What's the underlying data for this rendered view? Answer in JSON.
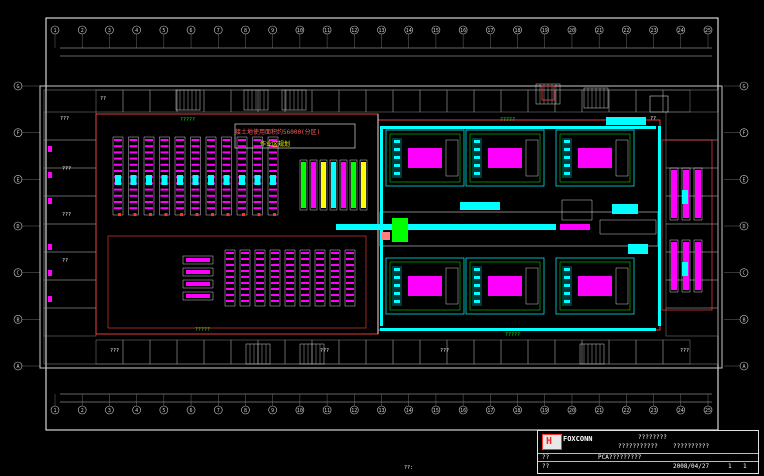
{
  "drawing": {
    "top_axis_labels": [
      "1",
      "2",
      "3",
      "4",
      "5",
      "6",
      "7",
      "8",
      "9",
      "10",
      "11",
      "12",
      "13",
      "14",
      "15",
      "16",
      "17",
      "18",
      "19",
      "20",
      "21",
      "22",
      "23",
      "24",
      "25"
    ],
    "side_axis_labels": [
      "G",
      "F",
      "E",
      "D",
      "C",
      "B",
      "A"
    ],
    "corridor_label": "?????",
    "banner_text": "接土地使用面积约56000(分区)",
    "banner_sub": "作业区规划",
    "room_labels": [
      "???",
      "???",
      "???",
      "??",
      "??",
      "???",
      "???",
      "???",
      "??",
      "???"
    ],
    "bottom_code": "??:"
  },
  "colors": {
    "frame": "#ffffff",
    "wall": "#c8c8c8",
    "zone_outline": "#ff4040",
    "cyan": "#00ffff",
    "magenta": "#ff00ff",
    "green": "#00ff00",
    "yellow": "#ffff00"
  },
  "title_block": {
    "company": "FOXCONN",
    "line1": "????????",
    "line2": "???????????",
    "line3": "??????????",
    "row_a": "??",
    "row_b": "??",
    "drawing_no": "PCA?????????",
    "date": "2008/04/27",
    "sheet": "1",
    "of": "1"
  }
}
